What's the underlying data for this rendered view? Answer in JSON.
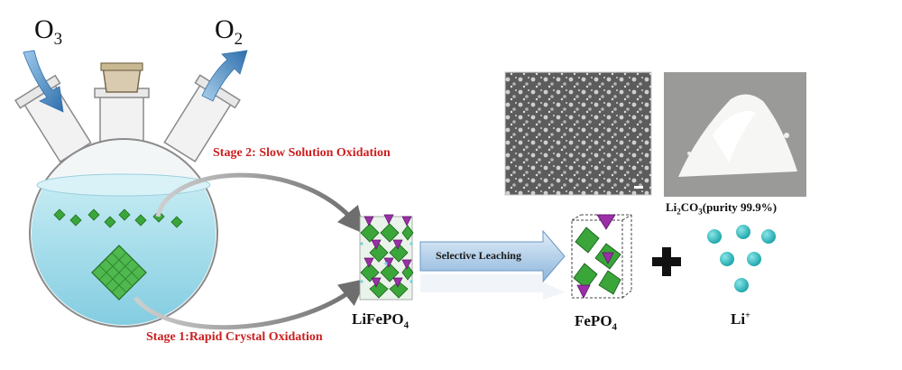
{
  "gases": {
    "in": {
      "base": "O",
      "sub": "3"
    },
    "out": {
      "base": "O",
      "sub": "2"
    }
  },
  "stages": {
    "stage2": "Stage 2: Slow Solution Oxidation",
    "stage1": "Stage 1:Rapid Crystal Oxidation"
  },
  "process": {
    "arrow_label": "Selective Leaching"
  },
  "compounds": {
    "lifepo4": {
      "a": "LiFePO",
      "sub": "4"
    },
    "fepo4": {
      "a": "FePO",
      "sub": "4"
    },
    "li_ion": {
      "a": "Li",
      "sup": "+"
    }
  },
  "photos": {
    "caption": {
      "a": "Li",
      "sub1": "2",
      "b": "CO",
      "sub2": "3",
      "c": "(purity 99.9%)"
    }
  },
  "colors": {
    "solution": "#a8dce9",
    "crystal_green": "#3aa63a",
    "phosphate_purple": "#9b2fa8",
    "stage_red": "#cc1f1f",
    "li_cyan": "#2bbcc0",
    "arrow_blue": "#3f84c4"
  }
}
